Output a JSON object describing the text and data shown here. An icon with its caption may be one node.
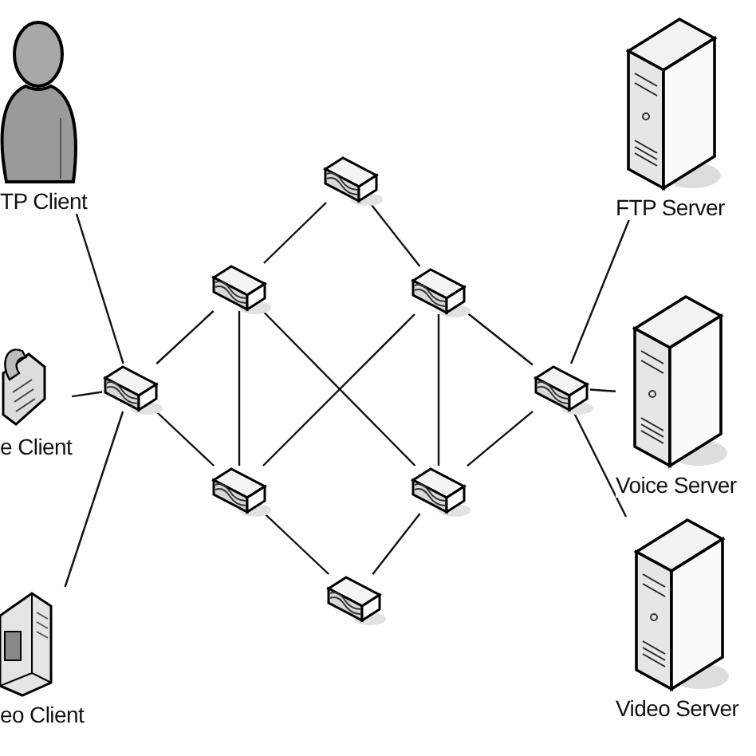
{
  "diagram": {
    "nodes": [
      {
        "text": [
          "TP Client"
        ]
      },
      {
        "text": [
          "e Client"
        ]
      },
      {
        "text": [
          "eo Client"
        ]
      },
      {
        "text": [],
        "shape": "router"
      },
      {
        "text": [],
        "shape": "router"
      },
      {
        "text": [],
        "shape": "router"
      },
      {
        "text": [],
        "shape": "router"
      },
      {
        "text": [],
        "shape": "router"
      },
      {
        "text": [],
        "shape": "router"
      },
      {
        "text": [],
        "shape": "router"
      },
      {
        "text": [],
        "shape": "router"
      },
      {
        "text": [
          "FTP Server"
        ]
      },
      {
        "text": [
          "Voice Server"
        ]
      },
      {
        "text": [
          "Video Server"
        ]
      }
    ],
    "edges": [
      {
        "from": 0,
        "to": 5,
        "arrow": "none"
      },
      {
        "from": 1,
        "to": 5,
        "arrow": "none"
      },
      {
        "from": 2,
        "to": 5,
        "arrow": "none"
      },
      {
        "from": 5,
        "to": 4,
        "arrow": "none"
      },
      {
        "from": 5,
        "to": 8,
        "arrow": "none"
      },
      {
        "from": 4,
        "to": 3,
        "arrow": "none"
      },
      {
        "from": 3,
        "to": 6,
        "arrow": "none"
      },
      {
        "from": 4,
        "to": 8,
        "arrow": "none"
      },
      {
        "from": 4,
        "to": 9,
        "arrow": "none"
      },
      {
        "from": 6,
        "to": 8,
        "arrow": "none"
      },
      {
        "from": 6,
        "to": 9,
        "arrow": "none"
      },
      {
        "from": 6,
        "to": 7,
        "arrow": "none"
      },
      {
        "from": 8,
        "to": 10,
        "arrow": "none"
      },
      {
        "from": 9,
        "to": 10,
        "arrow": "none"
      },
      {
        "from": 9,
        "to": 7,
        "arrow": "none"
      },
      {
        "from": 7,
        "to": 11,
        "arrow": "none"
      },
      {
        "from": 7,
        "to": 12,
        "arrow": "none"
      },
      {
        "from": 7,
        "to": 13,
        "arrow": "none"
      }
    ]
  }
}
